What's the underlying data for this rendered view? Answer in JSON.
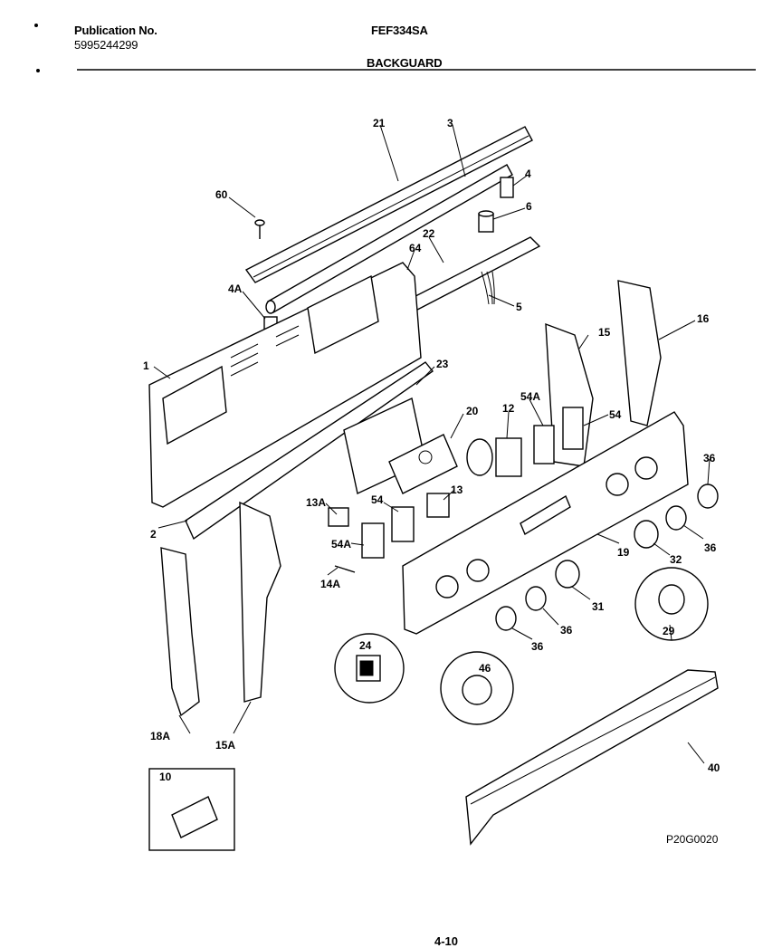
{
  "header": {
    "publication_label": "Publication No.",
    "publication_number": "5995244299",
    "model": "FEF334SA",
    "section": "BACKGUARD"
  },
  "footer": {
    "drawing_id": "P20G0020",
    "page_number": "4-10"
  },
  "callouts": {
    "c21": "21",
    "c3": "3",
    "c4": "4",
    "c6": "6",
    "c60": "60",
    "c22": "22",
    "c64": "64",
    "c4a": "4A",
    "c5": "5",
    "c1": "1",
    "c23": "23",
    "c15": "15",
    "c16": "16",
    "c20": "20",
    "c12": "12",
    "c54a_top": "54A",
    "c54_top": "54",
    "c2": "2",
    "c13a": "13A",
    "c54_mid": "54",
    "c13": "13",
    "c54a_mid": "54A",
    "c14a": "14A",
    "c36_r1": "36",
    "c36_r2": "36",
    "c19": "19",
    "c32": "32",
    "c31": "31",
    "c36_m": "36",
    "c36_l": "36",
    "c29": "29",
    "c24": "24",
    "c46": "46",
    "c18a": "18A",
    "c15a": "15A",
    "c10": "10",
    "c40": "40"
  }
}
